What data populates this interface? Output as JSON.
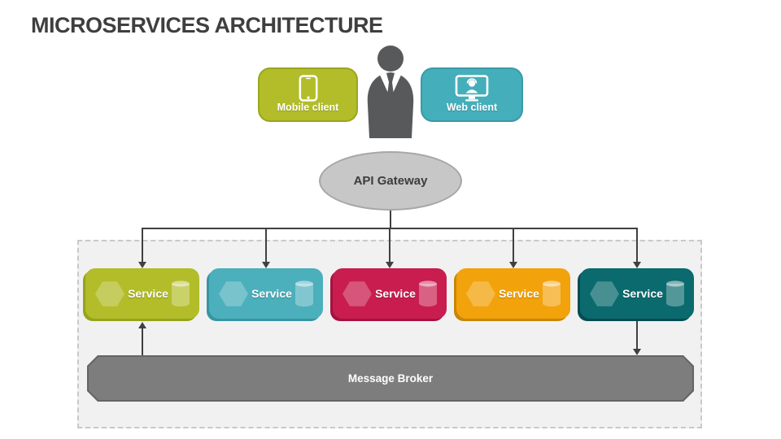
{
  "title": "MICROSERVICES ARCHITECTURE",
  "user": {
    "icon": "business-user-icon",
    "color": "#58595b"
  },
  "clients": {
    "mobile": {
      "label": "Mobile client",
      "icon": "smartphone-icon",
      "fill": "#b2bd29",
      "border_color": "#9aa521"
    },
    "web": {
      "label": "Web client",
      "icon": "web-client-monitor-icon",
      "fill": "#45aebb",
      "border_color": "#3a99a7"
    }
  },
  "gateway": {
    "label": "API Gateway",
    "fill": "#c7c7c7",
    "border_color": "#a6a6a6"
  },
  "services": [
    {
      "label": "Service",
      "fill": "#b2bd29",
      "accent": "#96a31d",
      "icons": [
        "hexagon-icon",
        "database-icon"
      ]
    },
    {
      "label": "Service",
      "fill": "#4cafbc",
      "accent": "#3795a3",
      "icons": [
        "hexagon-icon",
        "database-icon"
      ]
    },
    {
      "label": "Service",
      "fill": "#c91d4f",
      "accent": "#a5123f",
      "icons": [
        "hexagon-icon",
        "database-icon"
      ]
    },
    {
      "label": "Service",
      "fill": "#f2a20b",
      "accent": "#c68607",
      "icons": [
        "hexagon-icon",
        "database-icon"
      ]
    },
    {
      "label": "Service",
      "fill": "#0b6a6e",
      "accent": "#034d52",
      "icons": [
        "hexagon-icon",
        "database-icon"
      ]
    }
  ],
  "broker": {
    "label": "Message Broker",
    "fill": "#7d7d7d",
    "border_color": "#656565"
  },
  "container": {
    "fill": "#f1f1f2",
    "border_color": "#c9c9c9"
  },
  "arrows": {
    "color": "#404040"
  }
}
